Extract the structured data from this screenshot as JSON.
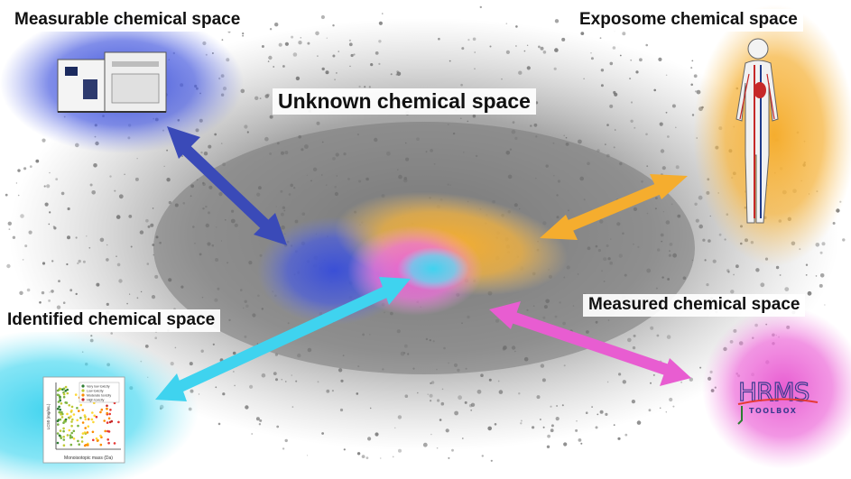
{
  "labels": {
    "measurable": "Measurable chemical space",
    "exposome": "Exposome chemical space",
    "unknown": "Unknown chemical space",
    "identified": "Identified chemical space",
    "measured": "Measured chemical space"
  },
  "colors": {
    "measurable": "#3a4fd6",
    "exposome": "#f5ad2e",
    "identified": "#3fd3ef",
    "measured": "#e85dd1",
    "unknown": "#7a7a7a"
  },
  "icons": {
    "instrument": "mass-spectrometer-icon",
    "human": "human-body-icon",
    "plot": "scatter-plot-icon",
    "logo": "hrms-toolbox-logo"
  },
  "plot_inset": {
    "xlabel": "Monoisotopic mass (Da)",
    "ylabel": "LC50 (mg/mL)",
    "legend": [
      "Very low toxicity",
      "Low toxicity",
      "Moderate toxicity",
      "High toxicity"
    ]
  },
  "logo": {
    "line1": "HRMS",
    "line2": "TOOLBOX"
  }
}
